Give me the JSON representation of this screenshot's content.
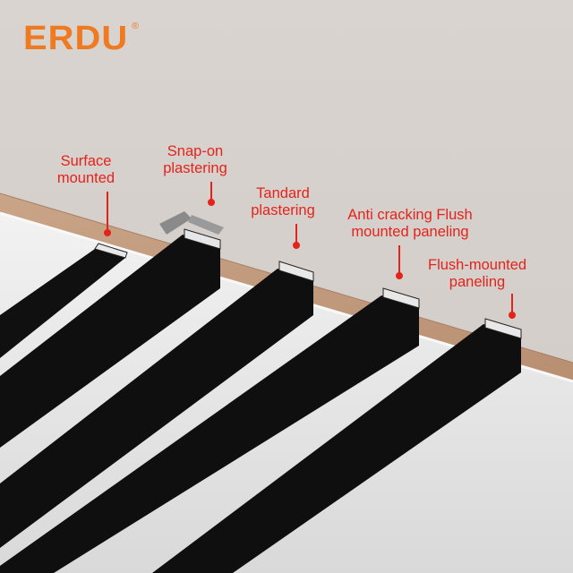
{
  "brand": {
    "name": "ERDU",
    "reg_mark": "®",
    "color": "#ee7a22"
  },
  "label_color": "#e4231b",
  "labels": {
    "surface": [
      "Surface",
      "mounted"
    ],
    "snap_on": [
      "Snap-on",
      "plastering"
    ],
    "standard": [
      "Tandard",
      "plastering"
    ],
    "anti_cracking": [
      "Anti cracking Flush",
      "mounted paneling"
    ],
    "flush": [
      "Flush-mounted",
      "paneling"
    ]
  }
}
